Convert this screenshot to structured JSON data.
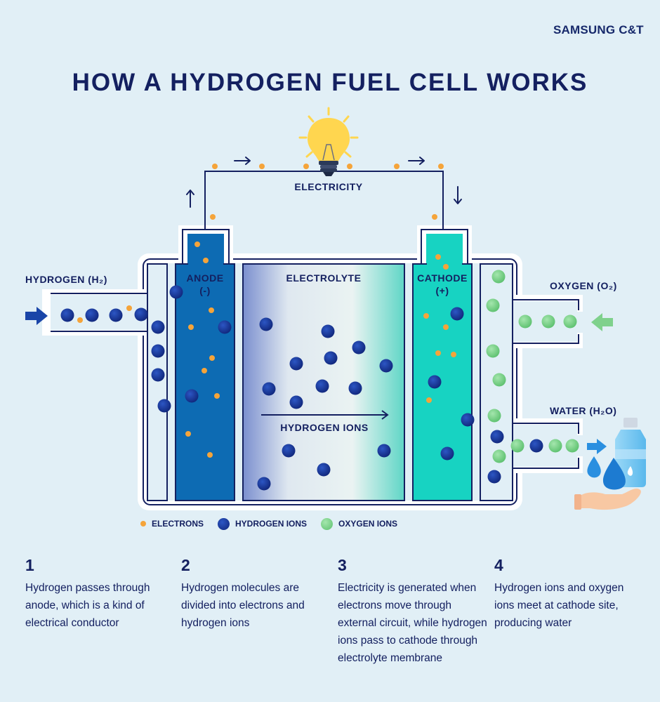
{
  "brand": "SAMSUNG C&T",
  "title": "HOW A HYDROGEN FUEL CELL WORKS",
  "labels": {
    "electricity": "ELECTRICITY",
    "anode": "ANODE",
    "anode_sign": "(-)",
    "electrolyte": "ELECTROLYTE",
    "cathode": "CATHODE",
    "cathode_sign": "(+)",
    "hydrogen_ions": "HYDROGEN IONS",
    "hydrogen_in": "HYDROGEN (H₂)",
    "oxygen_in": "OXYGEN (O₂)",
    "water_out": "WATER (H₂O)"
  },
  "legend": {
    "electrons": "ELECTRONS",
    "hydrogen_ions": "HYDROGEN IONS",
    "oxygen_ions": "OXYGEN IONS"
  },
  "colors": {
    "navy": "#142060",
    "electron": "#f5a43a",
    "hydrogen_ion": "#1a3a9c",
    "oxygen_ion": "#7fd18c",
    "anode": "#0d6bb3",
    "cathode": "#17d3c2",
    "bulb": "#ffd64f"
  },
  "steps": [
    {
      "num": "1",
      "text": "Hydrogen passes through anode, which is a kind of electrical conductor"
    },
    {
      "num": "2",
      "text": "Hydrogen molecules are divided into electrons and hydrogen ions"
    },
    {
      "num": "3",
      "text": "Electricity is generated when electrons move through external circuit, while hydrogen ions pass to cathode through electrolyte membrane"
    },
    {
      "num": "4",
      "text": "Hydrogen ions and oxygen ions meet at cathode site, producing water"
    }
  ]
}
